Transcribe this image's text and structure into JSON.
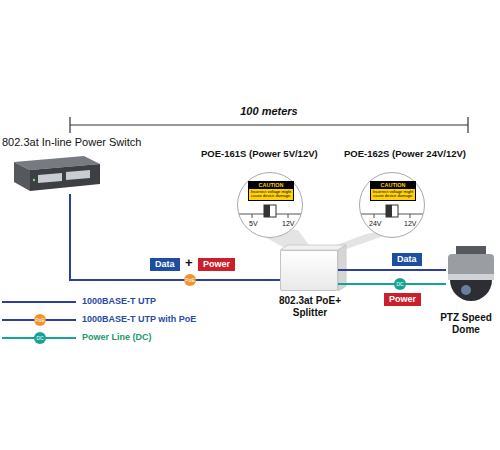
{
  "diagram": {
    "nodes": [
      {
        "text": [
          "802.3at In-line Power Switch"
        ]
      },
      {
        "text": [
          "POE-161S (Power 5V/12V)",
          "CAUTION",
          "Incorrect voltage might cause device damage.",
          "5V",
          "12V"
        ]
      },
      {
        "text": [
          "POE-162S (Power 24V/12V)",
          "CAUTION",
          "Incorrect voltage might cause device damage.",
          "24V",
          "12V"
        ]
      },
      {
        "text": [
          "Data"
        ]
      },
      {
        "text": [
          "Power"
        ]
      },
      {
        "text": [
          "802.3at PoE+ Splitter"
        ]
      },
      {
        "text": [
          "Data"
        ]
      },
      {
        "text": [
          "Power"
        ]
      },
      {
        "text": [
          "PTZ Speed Dome"
        ]
      }
    ],
    "edges": [
      {
        "from": 0,
        "to": 5,
        "arrow": "none"
      },
      {
        "from": 5,
        "to": 8,
        "arrow": "none"
      },
      {
        "from": 5,
        "to": 8,
        "arrow": "none"
      }
    ],
    "labels": [
      "100 meters",
      "+",
      "PoE",
      "DC",
      "PoE",
      "DC"
    ],
    "legend": [
      {
        "text": "1000BASE-T UTP"
      },
      {
        "text": "1000BASE-T UTP with PoE"
      },
      {
        "text": "Power Line (DC)"
      }
    ]
  }
}
